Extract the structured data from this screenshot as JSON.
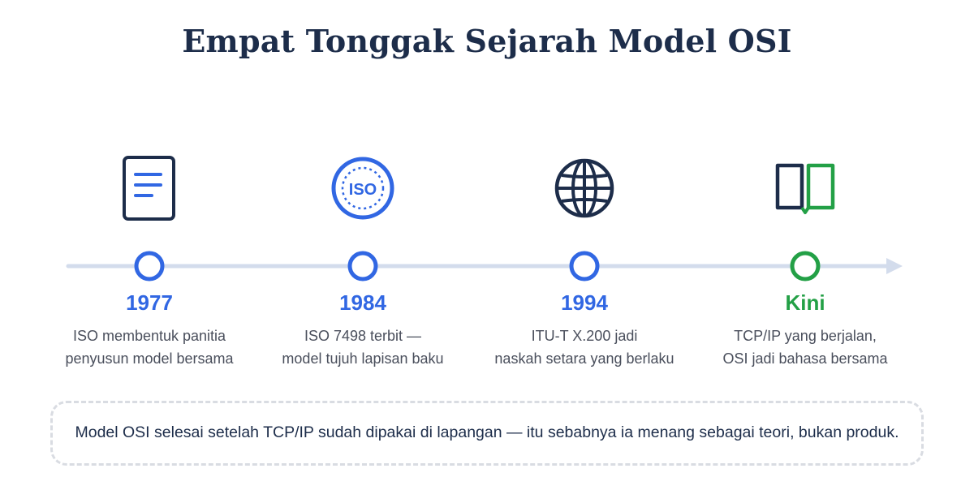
{
  "title": "Empat Tonggak Sejarah Model OSI",
  "colors": {
    "blue": "#3167e3",
    "green": "#23a046",
    "navy": "#1d2d4a",
    "line": "#d3dcec"
  },
  "milestones": [
    {
      "icon": "document-icon",
      "label": "1977",
      "desc_line1": "ISO membentuk panitia",
      "desc_line2": "penyusun model bersama"
    },
    {
      "icon": "iso-badge-icon",
      "label": "1984",
      "icon_text": "ISO",
      "desc_line1": "ISO 7498 terbit —",
      "desc_line2": "model tujuh lapisan baku"
    },
    {
      "icon": "globe-icon",
      "label": "1994",
      "desc_line1": "ITU-T X.200 jadi",
      "desc_line2": "naskah setara yang berlaku"
    },
    {
      "icon": "open-book-icon",
      "label": "Kini",
      "desc_line1": "TCP/IP yang berjalan,",
      "desc_line2": "OSI jadi bahasa bersama"
    }
  ],
  "note": "Model OSI selesai setelah TCP/IP sudah dipakai di lapangan — itu sebabnya ia menang sebagai teori, bukan produk."
}
